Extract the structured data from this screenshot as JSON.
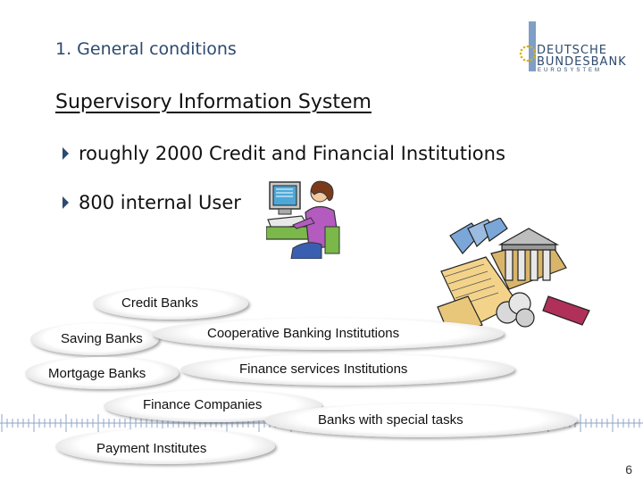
{
  "slide": {
    "section_heading": "1. General conditions",
    "title": "Supervisory Information System",
    "page_number": "6"
  },
  "logo": {
    "line1": "DEUTSCHE",
    "line2": "BUNDESBANK",
    "line3": "EUROSYSTEM",
    "icon": "eu-stars-icon",
    "accent_color": "#7f9fc6"
  },
  "bullets": [
    {
      "text": "roughly 2000 Credit and Financial Institutions"
    },
    {
      "text": "800 internal User"
    }
  ],
  "clipart": [
    "user-at-computer-icon",
    "financial-documents-icon"
  ],
  "institution_types": [
    {
      "label": "Credit Banks"
    },
    {
      "label": "Saving Banks"
    },
    {
      "label": "Cooperative Banking Institutions"
    },
    {
      "label": "Mortgage Banks"
    },
    {
      "label": "Finance services Institutions"
    },
    {
      "label": "Finance Companies"
    },
    {
      "label": "Banks with special tasks"
    },
    {
      "label": "Payment Institutes"
    }
  ]
}
